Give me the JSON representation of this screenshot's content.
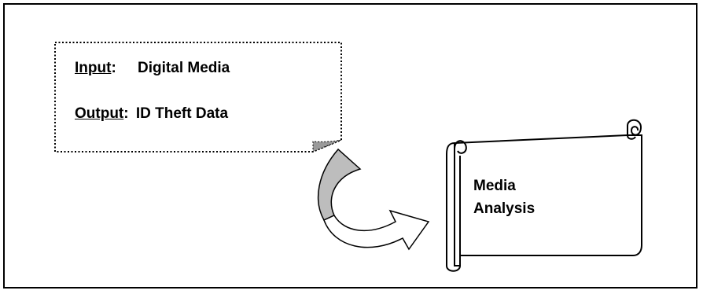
{
  "note": {
    "input_label": "Input",
    "input_value": "Digital Media",
    "output_label": "Output",
    "output_value": "ID Theft Data"
  },
  "process": {
    "line1": "Media",
    "line2": "Analysis"
  }
}
